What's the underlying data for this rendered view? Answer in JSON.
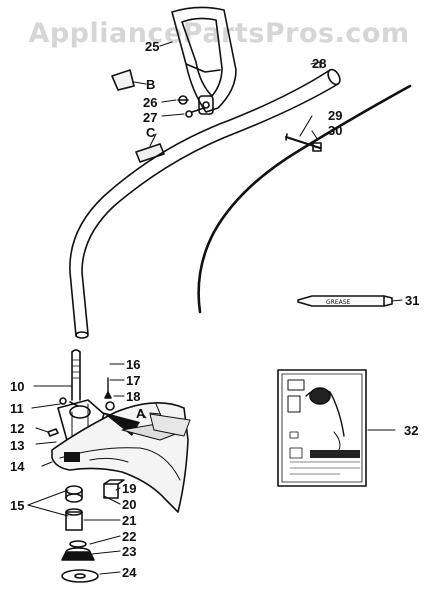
{
  "watermark": "AppliancePartsPros.com",
  "part_labels": {
    "p25": "25",
    "pB": "B",
    "p26": "26",
    "p27": "27",
    "pC": "C",
    "p28": "28",
    "p29": "29",
    "p30": "30",
    "p31": "31",
    "p16": "16",
    "p17": "17",
    "p18": "18",
    "p10": "10",
    "p11": "11",
    "pA": "A",
    "p12": "12",
    "p13": "13",
    "p14": "14",
    "p15": "15",
    "p19": "19",
    "p20": "20",
    "p21": "21",
    "p22": "22",
    "p23": "23",
    "p24": "24",
    "p32": "32"
  },
  "grease_tube_text": "GREASE",
  "colors": {
    "line": "#111111",
    "watermark": "#d6d6d6",
    "background": "#ffffff"
  }
}
